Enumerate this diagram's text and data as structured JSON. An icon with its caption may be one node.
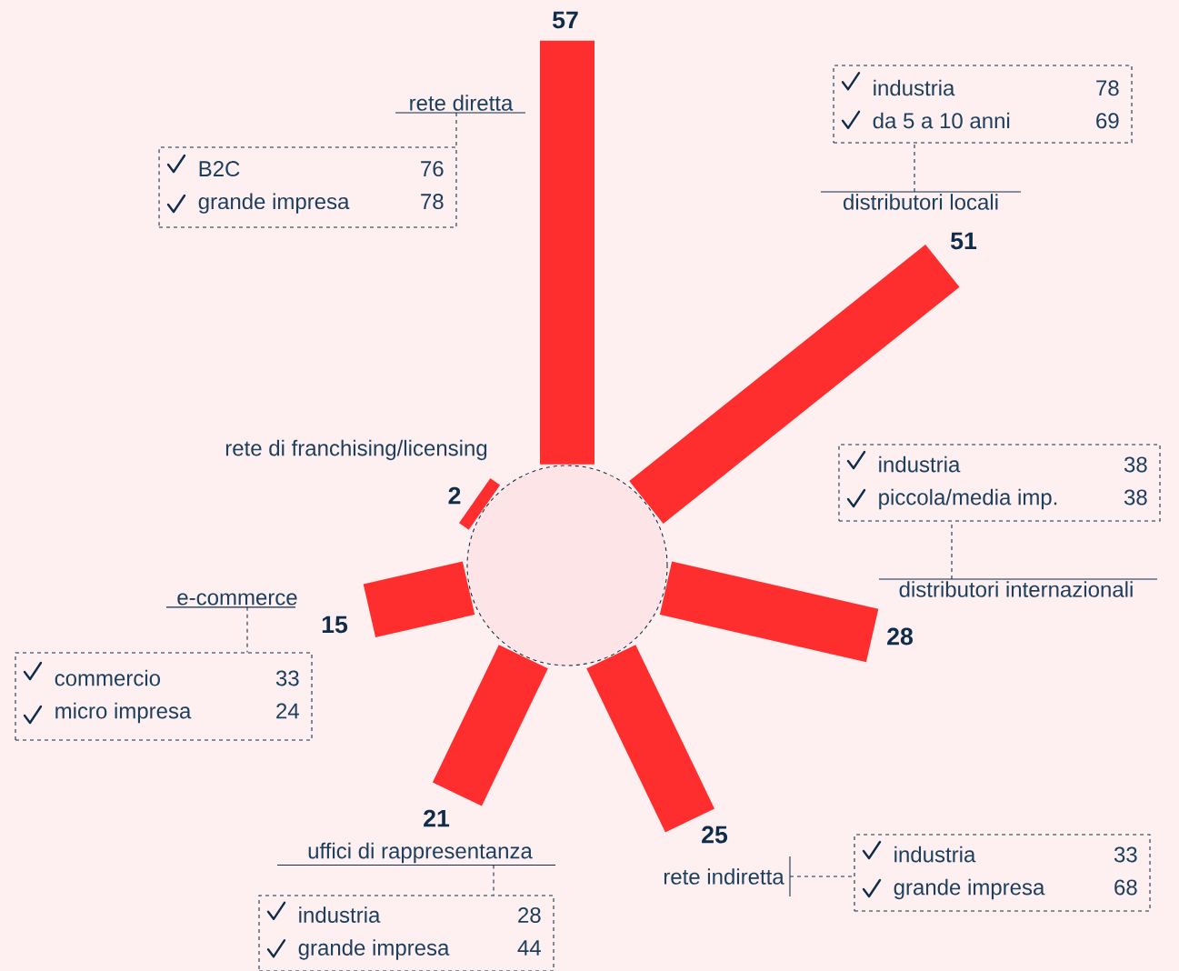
{
  "diagram": {
    "nodes": [
      {
        "text": [],
        "shape": "circle"
      },
      {
        "text": [],
        "shape": "bar",
        "beside": [
          "57"
        ]
      },
      {
        "text": [],
        "shape": "bar",
        "beside": [
          "51"
        ]
      },
      {
        "text": [],
        "shape": "bar",
        "beside": [
          "28"
        ]
      },
      {
        "text": [],
        "shape": "bar",
        "beside": [
          "25"
        ]
      },
      {
        "text": [],
        "shape": "bar",
        "beside": [
          "21"
        ]
      },
      {
        "text": [],
        "shape": "bar",
        "beside": [
          "15"
        ]
      },
      {
        "text": [],
        "shape": "bar",
        "beside": [
          "2"
        ]
      },
      {
        "text": [
          "rete diretta"
        ]
      },
      {
        "text": [
          "B2C",
          "76",
          "grande impresa",
          "78"
        ]
      },
      {
        "text": [
          "industria",
          "78",
          "da 5 a 10 anni",
          "69"
        ]
      },
      {
        "text": [
          "distributori locali"
        ]
      },
      {
        "text": [
          "industria",
          "38",
          "piccola/media imp.",
          "38"
        ]
      },
      {
        "text": [
          "distributori internazionali"
        ]
      },
      {
        "text": [
          "rete di franchising/licensing"
        ]
      },
      {
        "text": [
          "e-commerce"
        ]
      },
      {
        "text": [
          "commercio",
          "33",
          "micro impresa",
          "24"
        ]
      },
      {
        "text": [
          "uffici di rappresentanza"
        ]
      },
      {
        "text": [
          "industria",
          "28",
          "grande impresa",
          "44"
        ]
      },
      {
        "text": [
          "rete indiretta"
        ]
      },
      {
        "text": [
          "industria",
          "33",
          "grande impresa",
          "68"
        ]
      }
    ],
    "edges": [
      {
        "from": 8,
        "to": 9,
        "arrow": "none",
        "style": "dashed"
      },
      {
        "from": 11,
        "to": 10,
        "arrow": "none",
        "style": "dashed"
      },
      {
        "from": 13,
        "to": 12,
        "arrow": "none",
        "style": "dashed"
      },
      {
        "from": 15,
        "to": 16,
        "arrow": "none",
        "style": "dashed"
      },
      {
        "from": 17,
        "to": 18,
        "arrow": "none",
        "style": "dashed"
      },
      {
        "from": 19,
        "to": 20,
        "arrow": "none",
        "style": "dashed"
      }
    ]
  }
}
